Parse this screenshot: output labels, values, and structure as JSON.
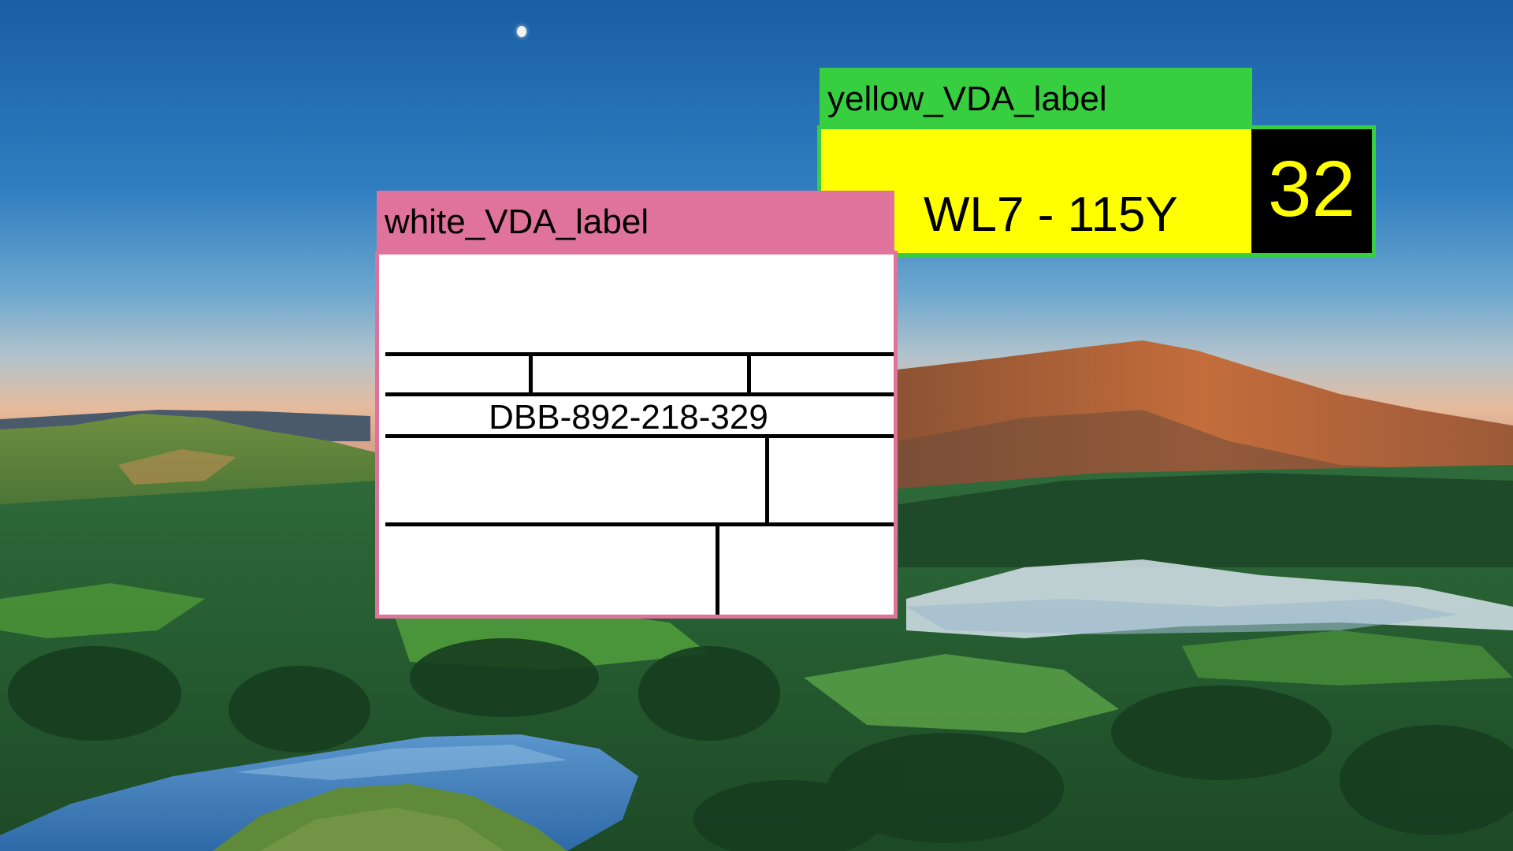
{
  "background": {
    "description_icon": "landscape-wallpaper",
    "sky_top": "#1a5fa8",
    "sky_horizon": "#e9b89a",
    "mountain": "#b5683a",
    "forest": "#27562c",
    "lake": "#4c86c0"
  },
  "yellow_label": {
    "tab_text": "yellow_VDA_label",
    "code": "WL7 - 115Y",
    "number": "32",
    "tab_color": "#37cf3f",
    "fill_color": "#ffff00"
  },
  "white_label": {
    "tab_text": "white_VDA_label",
    "code": "DBB-892-218-329",
    "tab_color": "#e0739c",
    "fill_color": "#ffffff"
  }
}
